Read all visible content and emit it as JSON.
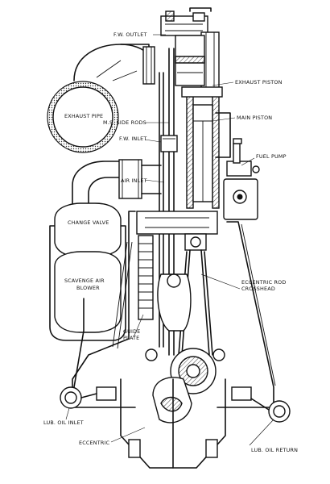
{
  "labels": {
    "fw_outlet": "F.W. OUTLET",
    "exhaust_piston": "EXHAUST PISTON",
    "exhaust_pipe": "EXHAUST PIPE",
    "ms_side_rods": "M.S. SIDE RODS",
    "main_piston": "MAIN PISTON",
    "fw_inlet": "F.W. INLET",
    "fuel_pump": "FUEL PUMP",
    "air_inlet": "AIR INLET",
    "change_valve": "CHANGE VALVE",
    "scavenge_line1": "SCAVENGE  AIR",
    "scavenge_line2": "BLOWER",
    "eccentric_rod": "ECCENTRIC ROD",
    "crosshead": "CROSSHEAD",
    "guide_line1": "GUIDE",
    "guide_line2": "PLATE",
    "lub_oil_inlet": "LUB. OIL INLET",
    "lub_oil_return": "LUB. OIL RETURN",
    "eccentric": "ECCENTRIC"
  }
}
